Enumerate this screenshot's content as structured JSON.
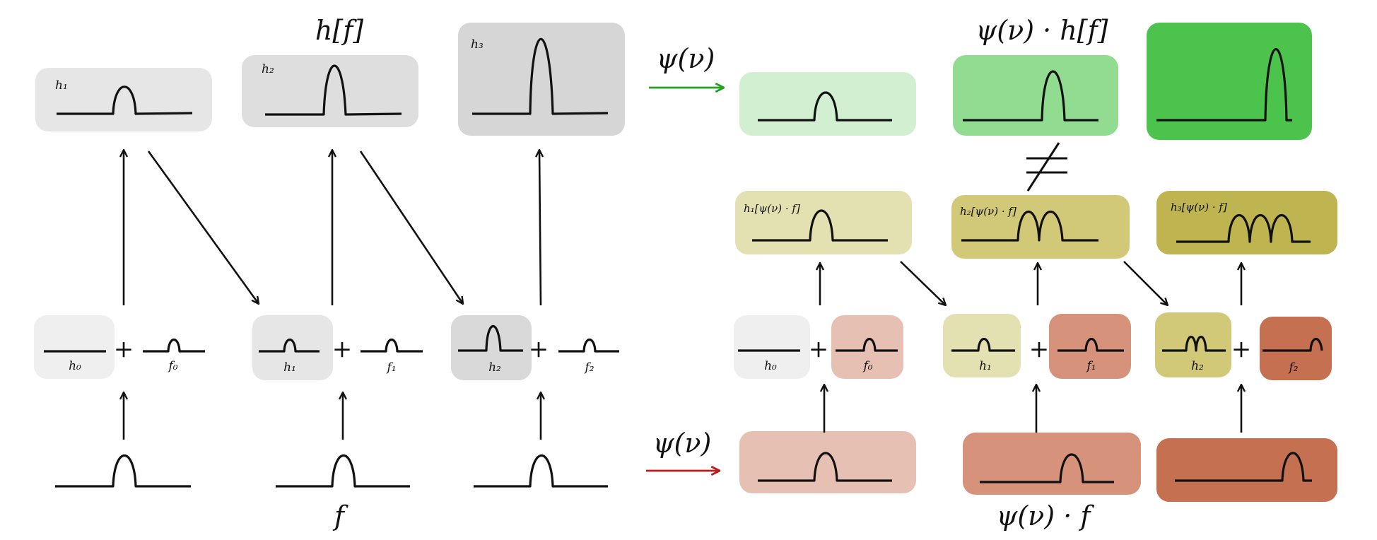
{
  "labels": {
    "h_f": "h[f]",
    "f": "f",
    "psi_top": "ψ(ν)",
    "psi_bottom": "ψ(ν)",
    "psi_h_f": "ψ(ν) · h[f]",
    "psi_f": "ψ(ν) · f",
    "neq": "≠",
    "plus": "+"
  },
  "left": {
    "h1": "h₁",
    "h2": "h₂",
    "h3": "h₃",
    "h0_small": "h₀",
    "f0": "f₀",
    "h1_small": "h₁",
    "f1": "f₁",
    "h2_small": "h₂",
    "f2": "f₂"
  },
  "right": {
    "h1_psi": "h₁[ψ(ν) · f]",
    "h2_psi": "h₂[ψ(ν) · f]",
    "h3_psi": "h₃[ψ(ν) · f]",
    "h0_small": "h₀",
    "f0": "f₀",
    "h1_small": "h₁",
    "f1": "f₁",
    "h2_small": "h₂",
    "f2": "f₂"
  },
  "colors": {
    "gray_light": "#efefef",
    "gray_1": "#e6e6e6",
    "gray_2": "#dedede",
    "gray_3": "#d6d6d6",
    "green_1": "#d2efd2",
    "green_2": "#92dc92",
    "green_3": "#4cc34c",
    "olive_1": "#e3e0b1",
    "olive_2": "#d1c977",
    "olive_3": "#beb450",
    "salmon_1": "#e7c0b4",
    "salmon_2": "#d6927a",
    "salmon_3": "#c57050",
    "arrow_green": "#22a122",
    "arrow_red": "#b81d1d"
  }
}
